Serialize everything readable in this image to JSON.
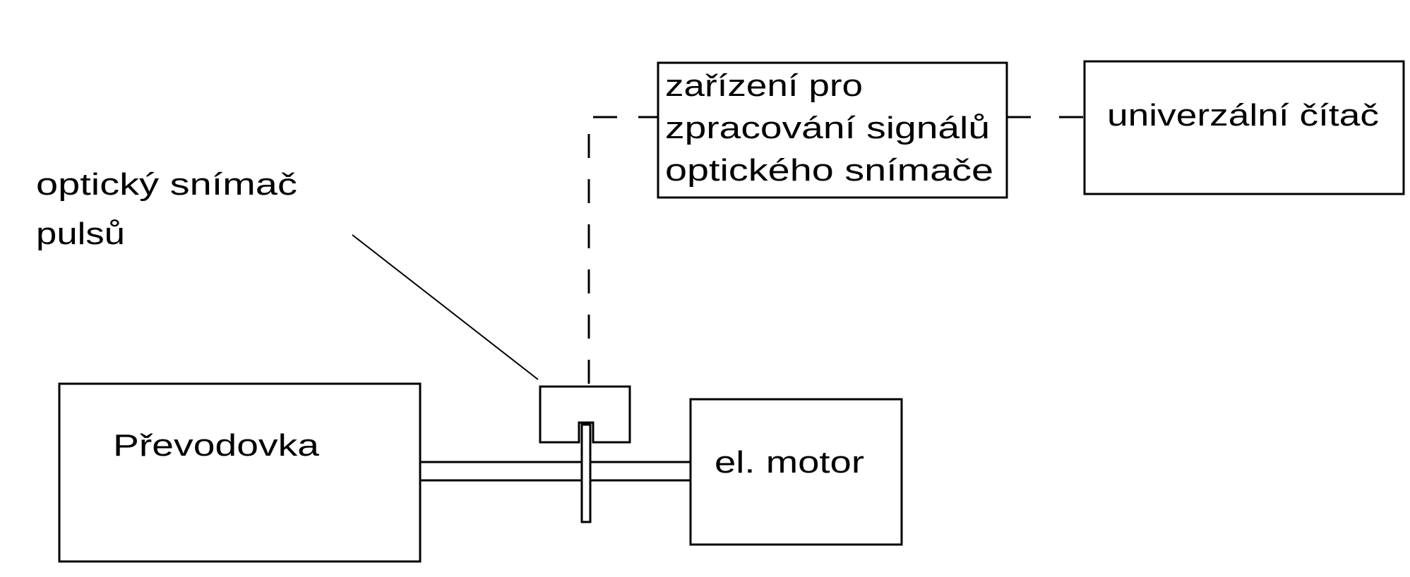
{
  "labels": {
    "sensor_caption_line1": "optický snímač",
    "sensor_caption_line2": "pulsů",
    "processing_line1": "zařízení pro",
    "processing_line2": "zpracování signálů",
    "processing_line3": "optického snímače",
    "counter": "univerzální čítač",
    "gearbox": "Převodovka",
    "motor": "el. motor"
  }
}
